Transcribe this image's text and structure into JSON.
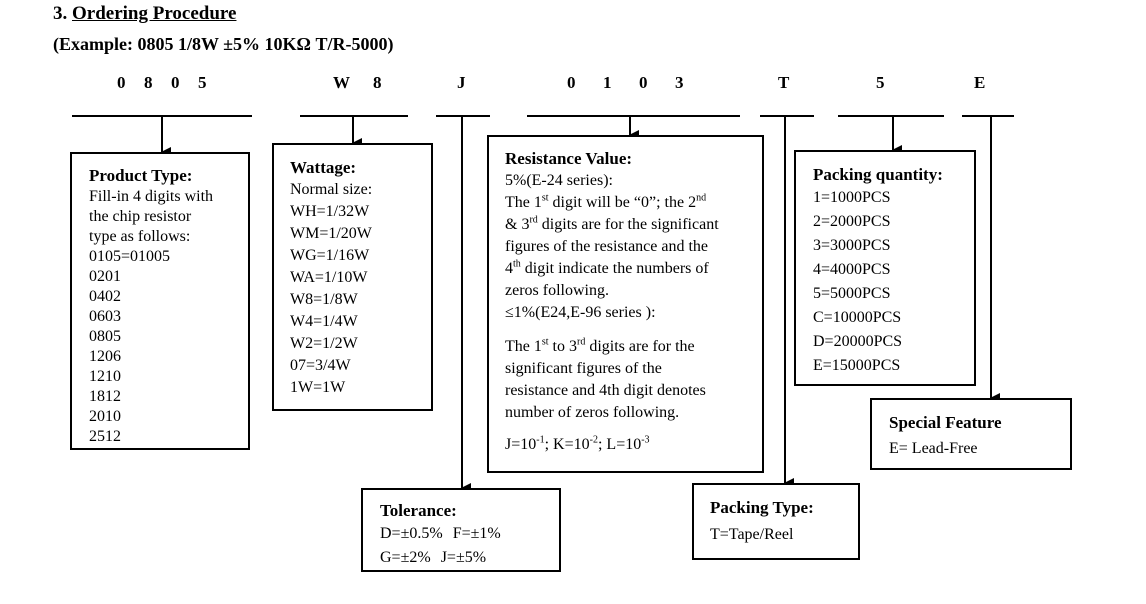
{
  "section": {
    "number": "3.",
    "title": "Ordering Procedure"
  },
  "example": "(Example: 0805 1/8W ±5% 10KΩ T/R-5000)",
  "code_chars": {
    "size": [
      "0",
      "8",
      "0",
      "5"
    ],
    "wattage": [
      "W",
      "8"
    ],
    "tolerance": [
      "J"
    ],
    "resistance": [
      "0",
      "1",
      "0",
      "3"
    ],
    "packing_type": [
      "T"
    ],
    "packing_qty": [
      "5"
    ],
    "special": [
      "E"
    ]
  },
  "product_type": {
    "title": "Product Type:",
    "lines": [
      "Fill-in 4 digits with",
      "the chip resistor",
      "type as follows:",
      "0105=01005",
      "0201",
      "0402",
      "0603",
      "0805",
      "1206",
      "1210",
      "1812",
      "2010",
      "2512"
    ]
  },
  "wattage": {
    "title": "Wattage:",
    "lines": [
      "Normal size:",
      "WH=1/32W",
      "WM=1/20W",
      "WG=1/16W",
      "WA=1/10W",
      "W8=1/8W",
      "W4=1/4W",
      "W2=1/2W",
      "07=3/4W",
      "1W=1W"
    ]
  },
  "resistance": {
    "title": "Resistance Value:",
    "l1": "5%(E-24 series):",
    "l2a": "The 1",
    "l2s": "st",
    "l2b": " digit will be “0”; the 2",
    "l2s2": "nd",
    "l3a": "& 3",
    "l3s": "rd",
    "l3b": " digits are for the significant",
    "l4": "figures of the resistance and the",
    "l5a": "4",
    "l5s": "th",
    "l5b": " digit indicate the numbers of",
    "l6": "zeros following.",
    "l7": "≤1%(E24,E-96 series ):",
    "l8a": "The 1",
    "l8s": "st",
    "l8b": " to 3",
    "l8s2": "rd",
    "l8c": " digits are for the",
    "l9": "significant figures of the",
    "l10": "resistance and 4th digit denotes",
    "l11": "number of zeros following.",
    "l12a": "J=10",
    "l12s": "-1",
    "l12b": "; K=10",
    "l12s2": "-2",
    "l12c": "; L=10",
    "l12s3": "-3"
  },
  "packing_quantity": {
    "title": "Packing quantity:",
    "lines": [
      "1=1000PCS",
      "2=2000PCS",
      "3=3000PCS",
      "4=4000PCS",
      "5=5000PCS",
      "C=10000PCS",
      "D=20000PCS",
      "E=15000PCS"
    ]
  },
  "special_feature": {
    "title": "Special Feature",
    "line": "E= Lead-Free"
  },
  "tolerance": {
    "title": "Tolerance:",
    "line1a": "D=±0.5%",
    "line1b": "F=±1%",
    "line2a": "G=±2%",
    "line2b": "J=±5%"
  },
  "packing_type": {
    "title": "Packing Type:",
    "line": "T=Tape/Reel"
  }
}
